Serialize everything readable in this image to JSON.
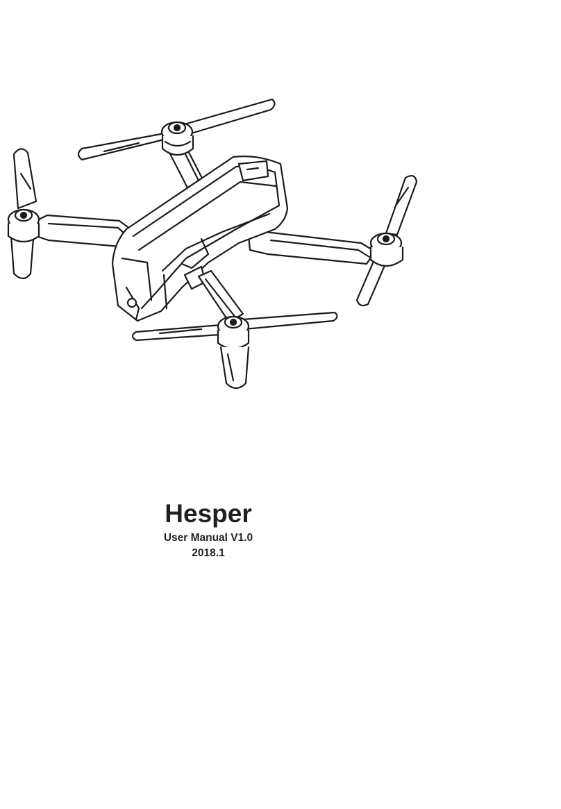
{
  "cover": {
    "illustration_icon": "folding-quadcopter-drone-line-drawing",
    "product_name": "Hesper",
    "manual_version": "User Manual V1.0",
    "release_date": "2018.1"
  }
}
